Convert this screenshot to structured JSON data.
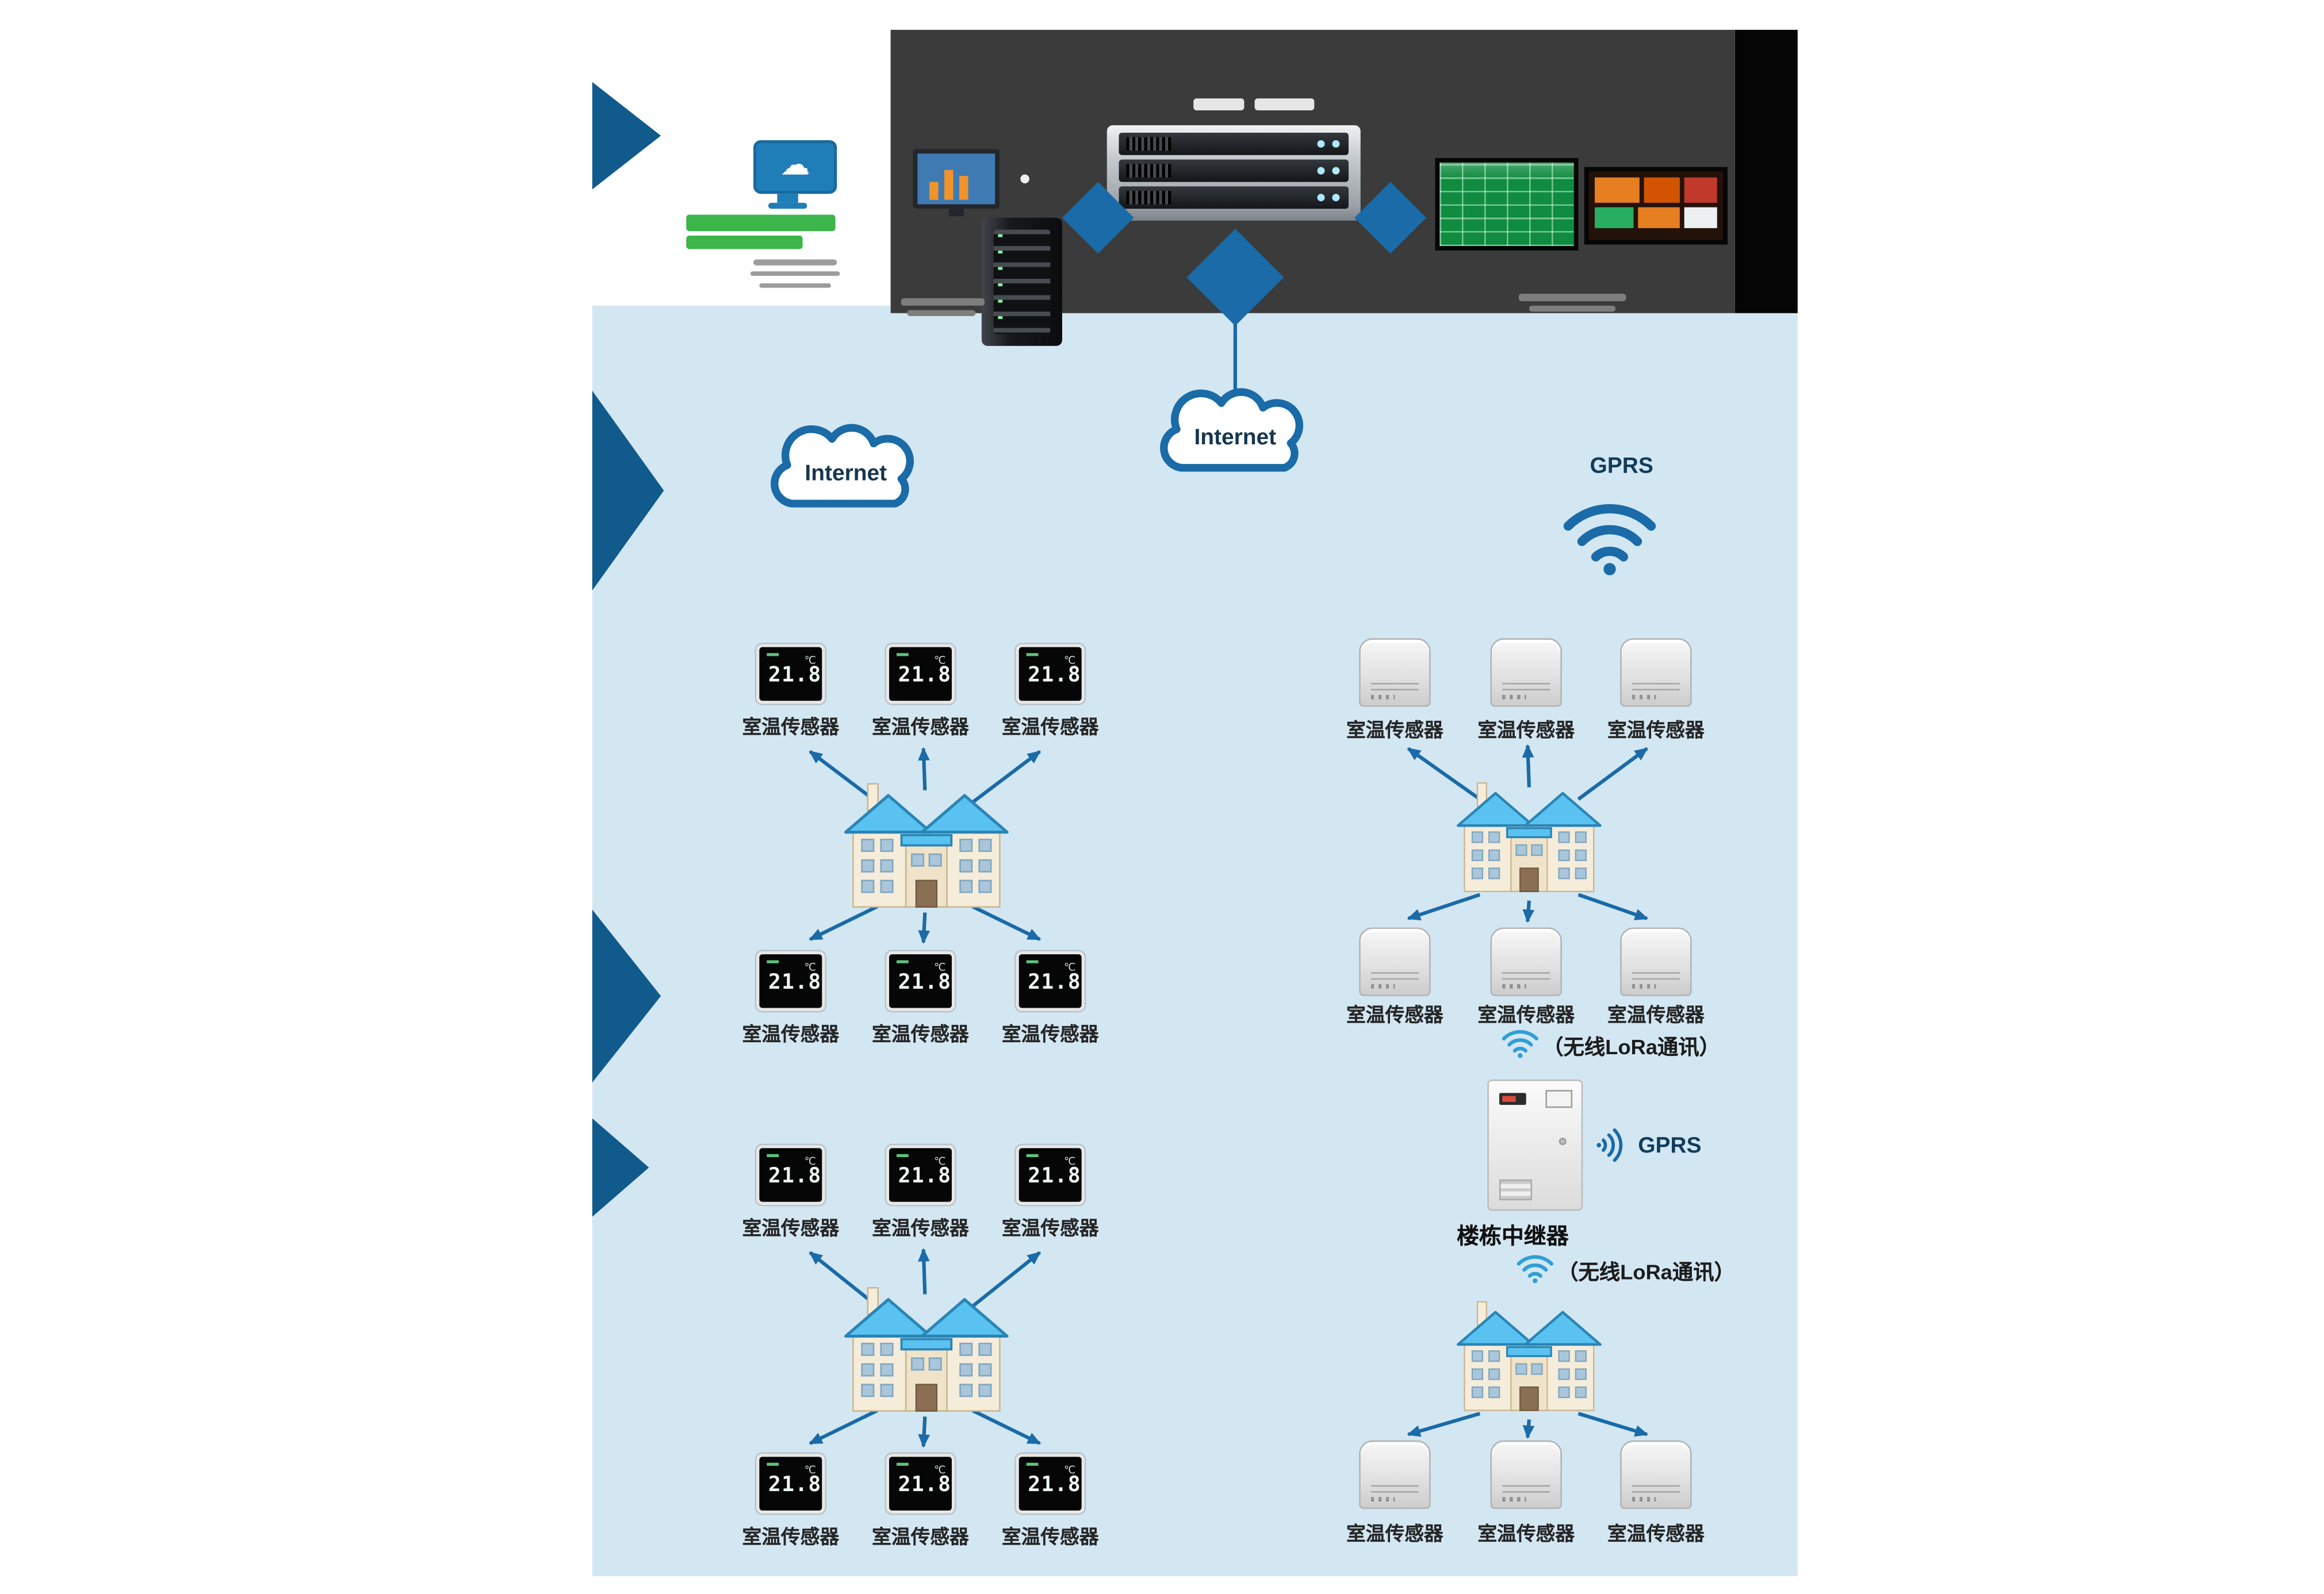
{
  "labels": {
    "internet": "Internet",
    "gprs": "GPRS",
    "lora": "（无线LoRa通讯）",
    "room_sensor": "室温传感器",
    "building_repeater": "楼栋中继器"
  },
  "thermostat": {
    "temp": "21.8",
    "unit": "℃"
  },
  "icons": {
    "cloud_glyph": "☁"
  },
  "colors": {
    "accent_blue": "#1a6ba7",
    "panel_dark": "#3b3b3b",
    "bg_light_blue": "#d3e7f3",
    "logo_green": "#3cb54a",
    "roof_blue": "#59c2f0"
  }
}
